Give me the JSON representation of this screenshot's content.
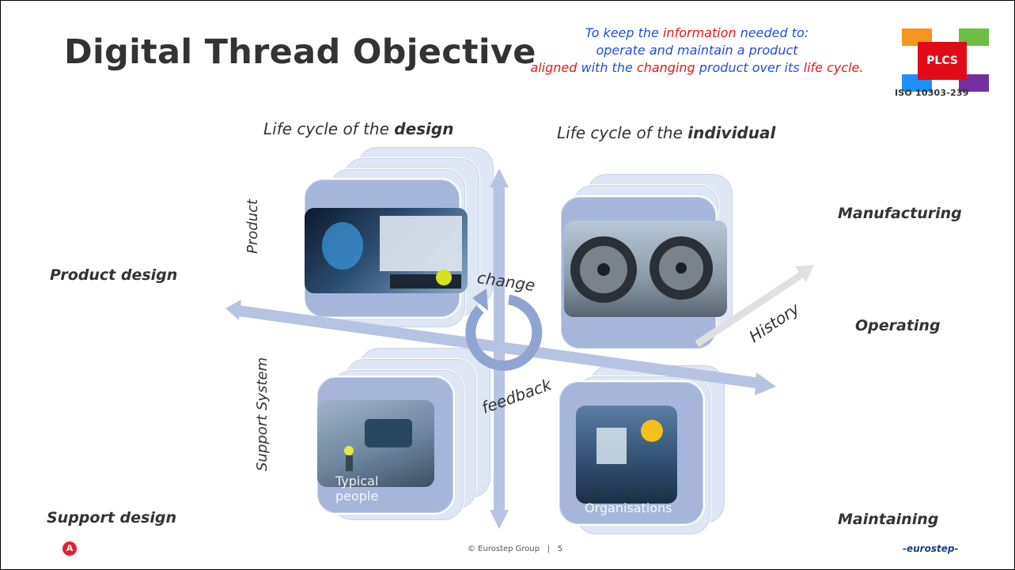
{
  "slide": {
    "title": "Digital Thread Objective",
    "objective": {
      "line1_pre": "To keep the ",
      "line1_red": "information",
      "line1_post": " needed to:",
      "line2": "operate and maintain a product",
      "line3_red1": "aligned",
      "line3_mid1": " with the ",
      "line3_red2": "changing",
      "line3_mid2": " product over its ",
      "line3_red3": "life cycle."
    },
    "logo": {
      "text": "PLCS",
      "iso": "ISO 10303-239",
      "colors": [
        "#f7941d",
        "#6cbe45",
        "#1e90ff",
        "#7030a0",
        "#e10b17"
      ]
    },
    "lifecycle_design": {
      "pre": "Life cycle of the ",
      "bold": "design"
    },
    "lifecycle_individual": {
      "pre": "Life cycle of the ",
      "bold": "individual"
    },
    "left_labels": {
      "product_design": "Product design",
      "support_design": "Support design"
    },
    "right_labels": {
      "manufacturing": "Manufacturing",
      "operating": "Operating",
      "maintaining": "Maintaining"
    },
    "vertical_labels": {
      "product": "Product",
      "support_system": "Support System"
    },
    "center": {
      "change": "change",
      "feedback": "feedback",
      "history": "History"
    },
    "photo_captions": {
      "typical_people": "Typical people",
      "organisations": "Organisations"
    },
    "footer": {
      "copyright": "© Eurostep Group",
      "separator": "|",
      "page": "5",
      "brand": "-eurostep-"
    },
    "colors": {
      "arrow": "#b6c3e3",
      "card_front": "#a6b6db",
      "title": "#333333",
      "accent_blue": "#1f4fd6",
      "accent_red": "#e21a1a"
    }
  }
}
